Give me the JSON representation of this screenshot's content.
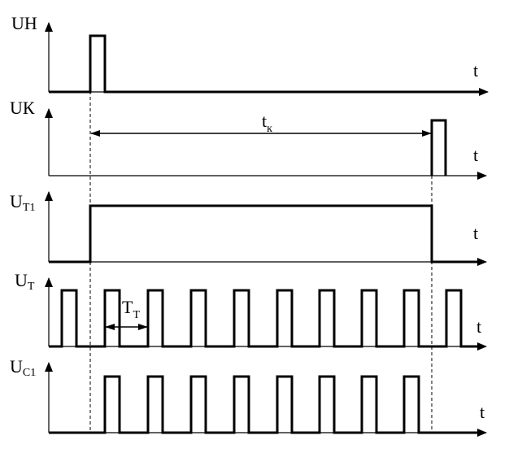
{
  "labels": {
    "un": {
      "main": "U",
      "sub": "Н"
    },
    "uk": {
      "main": "U",
      "sub": "К"
    },
    "ut1": {
      "main": "U",
      "sub": "Т1"
    },
    "ut": {
      "main": "U",
      "sub": "Т"
    },
    "uc1": {
      "main": "U",
      "sub": "С1"
    },
    "time_axis": "t",
    "tk": {
      "main": "t",
      "sub": "к"
    },
    "tt": {
      "main": "T",
      "sub": "Т"
    }
  }
}
